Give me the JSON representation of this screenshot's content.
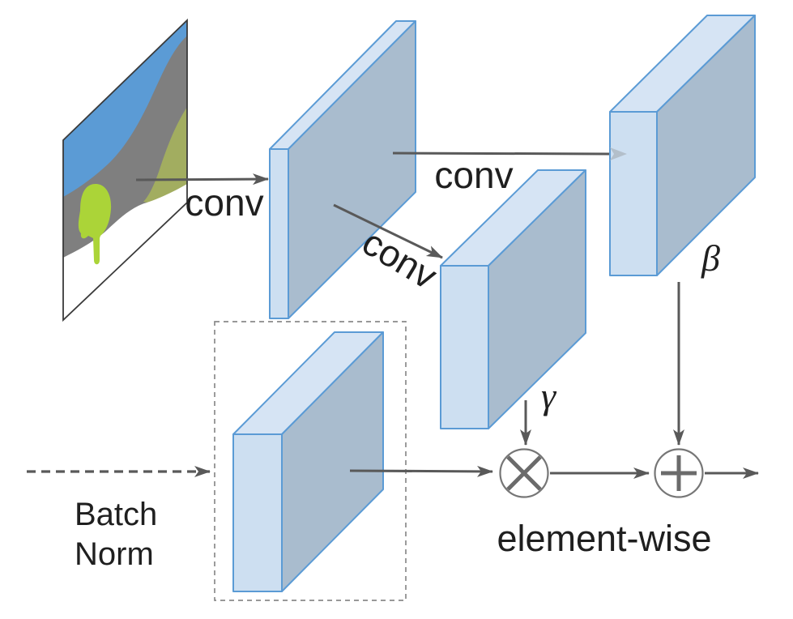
{
  "diagram": {
    "title": "conditional-normalization-architecture",
    "labels": {
      "conv_input": "conv",
      "conv_top": "conv",
      "conv_branch": "conv",
      "batch_norm_line1": "Batch",
      "batch_norm_line2": "Norm",
      "gamma": "γ",
      "beta": "β",
      "element_wise": "element-wise"
    },
    "operators": {
      "multiply": "×",
      "add": "+"
    },
    "colors": {
      "arrow": "#595959",
      "arrowhead_faded": "#b3bfca",
      "dashed": "#8a8a8a",
      "slab_front": "#cddff1",
      "slab_top": "#d6e4f4",
      "slab_side": "#a9bcce",
      "slab_stroke": "#5b9bd5",
      "image_sky": "#5b9bd5",
      "image_mountain": "#7f7f7f",
      "image_hill": "#a2ad60",
      "image_tree": "#abd438",
      "image_snow": "#ffffff",
      "image_border": "#3a3a3a",
      "node_stroke": "#767676",
      "operator_stroke": "#6b6b6b",
      "text": "#1f1f1f"
    }
  }
}
